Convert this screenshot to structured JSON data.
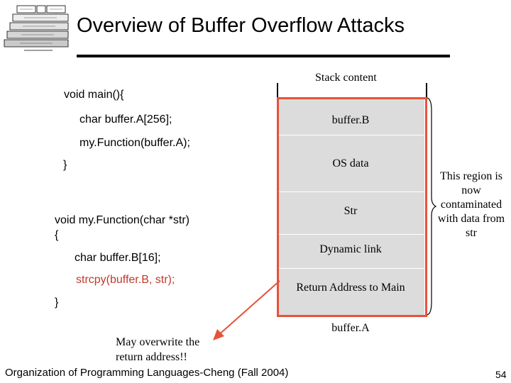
{
  "slide": {
    "title": "Overview of Buffer Overflow Attacks",
    "footer": "Organization of Programming Languages-Cheng (Fall 2004)",
    "page_number": "54"
  },
  "logo": {
    "layers": [
      "",
      "",
      "",
      "",
      "",
      "",
      ""
    ]
  },
  "code": {
    "main_sig": "void main(){",
    "main_decl": "char buffer.A[256];",
    "main_call": "my.Function(buffer.A);",
    "main_close": "}",
    "fn_sig": "void my.Function(char *str)",
    "fn_open": "{",
    "fn_decl": "char buffer.B[16];",
    "fn_copy": "strcpy(buffer.B, str);",
    "fn_close": "}"
  },
  "stack": {
    "heading": "Stack content",
    "cells": [
      "buffer.B",
      "OS data",
      "Str",
      "Dynamic link",
      "Return Address to Main"
    ],
    "below": "buffer.A"
  },
  "annotations": {
    "region_note": "This region is now contaminated with data from str",
    "overwrite_note_line1": "May overwrite the",
    "overwrite_note_line2": "return address!!"
  },
  "colors": {
    "highlight": "#e8523a",
    "code_highlight": "#c0392b",
    "stack_fill": "#dcdcdc"
  }
}
